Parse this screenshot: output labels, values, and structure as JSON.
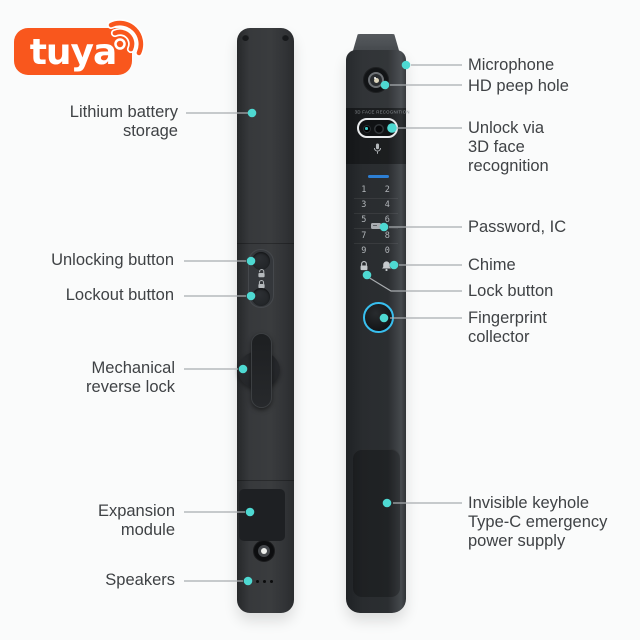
{
  "logo": {
    "text": "tuya",
    "color": "#f9571d"
  },
  "colors": {
    "accent_dot": "#4ed9d2",
    "fingerprint_ring": "#38bfef",
    "keypad_accent_line": "#2d7fd4",
    "panel_dark": "#2b2e31",
    "label_text": "#3f4245"
  },
  "front_panel": {
    "face_label": "3D FACE RECOGNITION",
    "keys": [
      "1",
      "2",
      "3",
      "4",
      "5",
      "6",
      "7",
      "8",
      "9",
      "0"
    ]
  },
  "icons": {
    "wifi": "wifi-signal",
    "unlock_key": "unlock-padlock",
    "lock_key": "lock-padlock",
    "bell": "chime-bell",
    "mic": "microphone",
    "card": "ic-card"
  },
  "callouts_left": [
    {
      "label": "Lithium battery\nstorage"
    },
    {
      "label": "Unlocking button"
    },
    {
      "label": "Lockout button"
    },
    {
      "label": "Mechanical\nreverse lock"
    },
    {
      "label": "Expansion\nmodule"
    },
    {
      "label": "Speakers"
    }
  ],
  "callouts_right": [
    {
      "label": "Microphone"
    },
    {
      "label": "HD peep hole"
    },
    {
      "label": "Unlock via\n3D face\nrecognition"
    },
    {
      "label": "Password, IC"
    },
    {
      "label": "Chime"
    },
    {
      "label": "Lock button"
    },
    {
      "label": "Fingerprint\ncollector"
    },
    {
      "label": "Invisible keyhole\nType-C emergency\npower supply"
    }
  ]
}
